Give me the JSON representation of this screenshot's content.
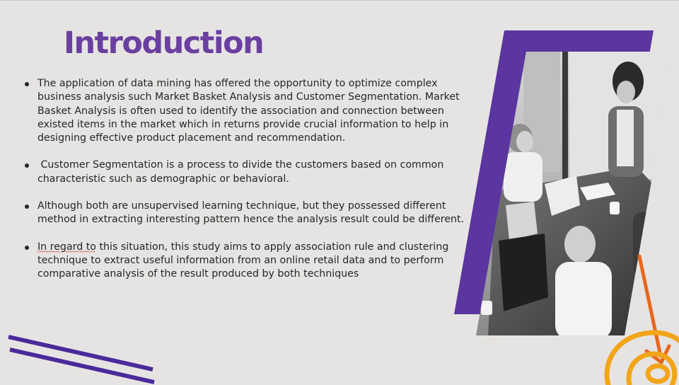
{
  "slide": {
    "title": "Introduction",
    "bullets": [
      {
        "text": "The application of data mining has offered the opportunity to optimize complex business analysis such Market Basket Analysis and Customer Segmentation. Market Basket Analysis is often used to identify the association and connection between existed items in the market which in returns provide crucial information to help in designing effective product placement and recommendation."
      },
      {
        "text": " Customer Segmentation is a process to divide the customers based on common characteristic such as demographic or behavioral."
      },
      {
        "text": "Although both are unsupervised learning technique, but they possessed different method in extracting interesting pattern hence the analysis result could be different."
      },
      {
        "lead": "In regard to",
        "text": " this situation, this study aims to apply association rule and clustering technique to extract useful information from an online retail data and to perform comparative analysis of the result produced by both techniques"
      }
    ]
  },
  "colors": {
    "background": "#e6e4e2",
    "title": "#6a3fa0",
    "accent_purple": "#5b35a0",
    "accent_orange": "#e8671e",
    "accent_yellow": "#f2a51a",
    "text": "#262626"
  },
  "icons": {
    "photo": "team-meeting-photo",
    "arrow": "orange-arrow-icon",
    "swirl": "yellow-swirl-icon",
    "stripes": "purple-stripes-decoration"
  }
}
